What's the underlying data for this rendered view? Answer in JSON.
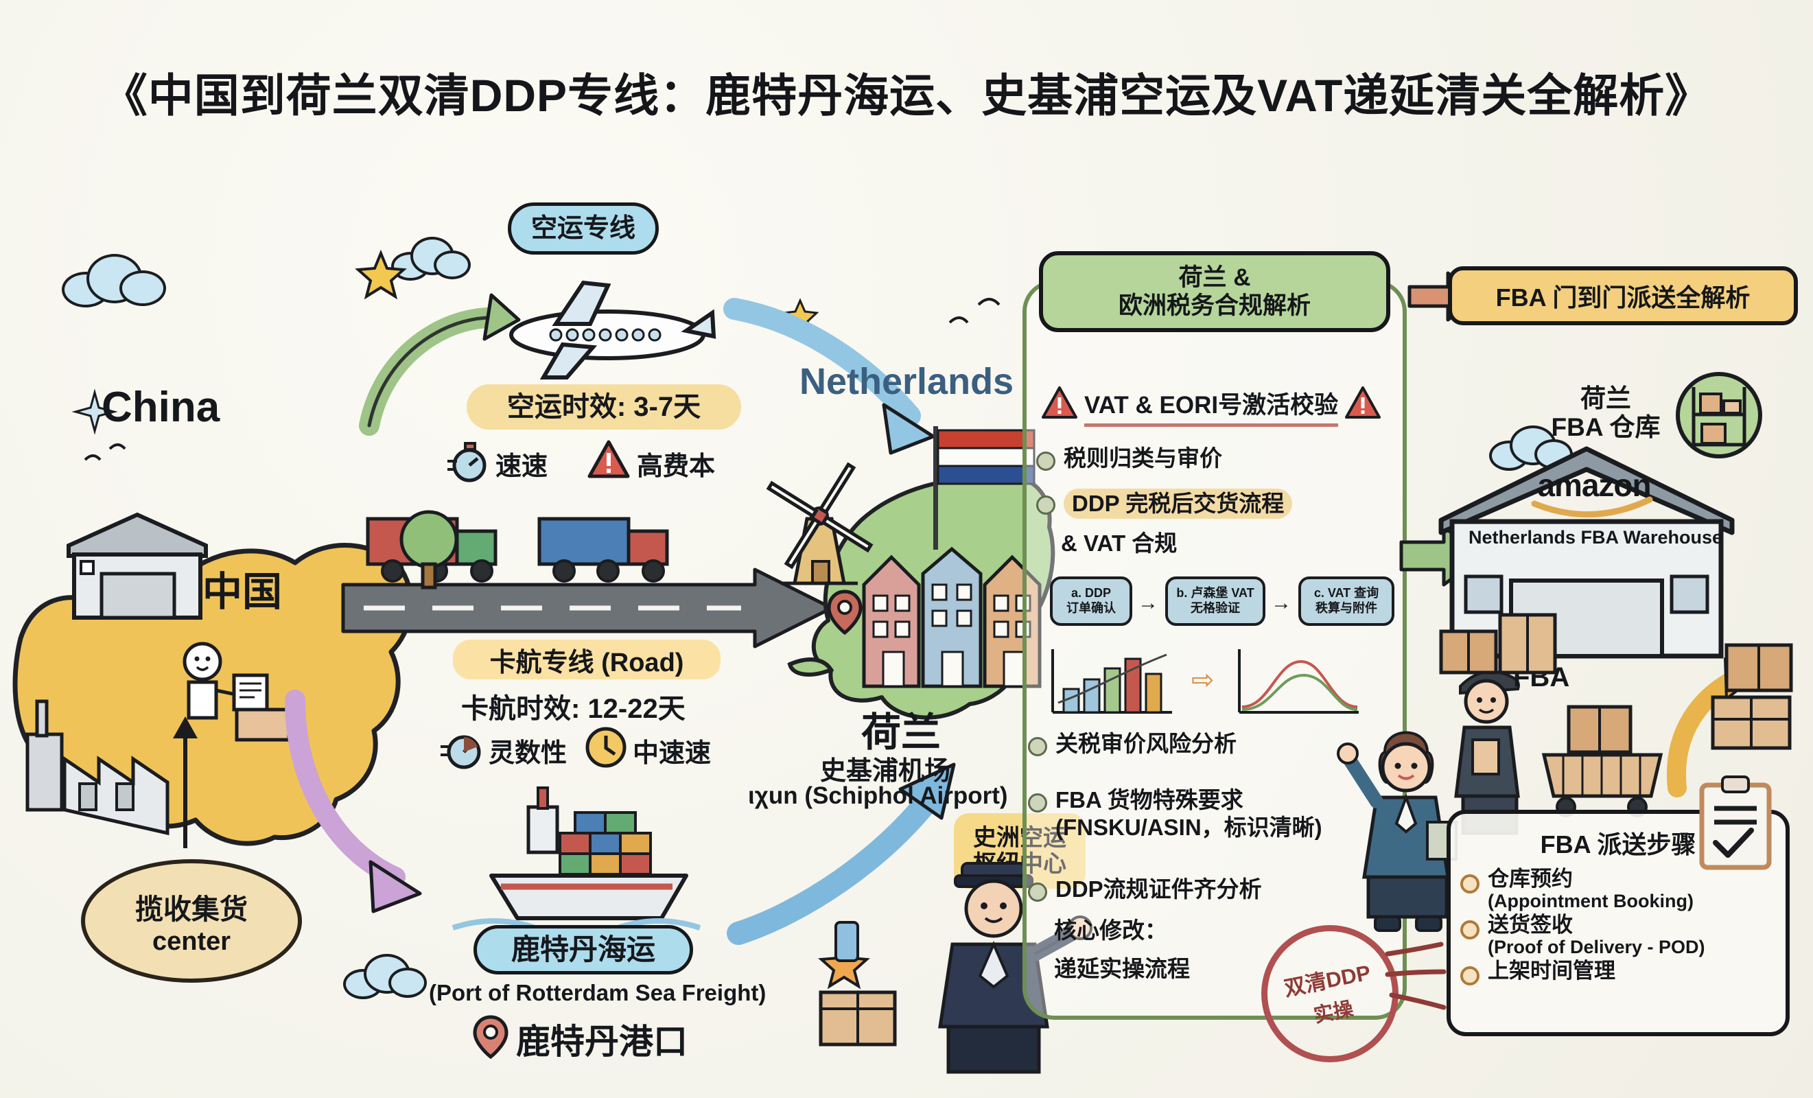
{
  "title": "《中国到荷兰双清DDP专线：鹿特丹海运、史基浦空运及VAT递延清关全解析》",
  "left": {
    "air_badge": "空运专线",
    "china_en": "China",
    "china_cn": "中国",
    "air_time": "空运时效: 3-7天",
    "air_tag_fast": "速速",
    "air_tag_cost": "高费本",
    "road_badge": "卡航专线 (Road)",
    "road_time": "卡航时效: 12-22天",
    "road_tag_flex": "灵数性",
    "road_tag_speed": "中速速",
    "sea_badge": "鹿特丹海运",
    "sea_en": "(Port of Rotterdam Sea Freight)",
    "sea_port": "鹿特丹港口",
    "pickup_cn": "揽收集货",
    "pickup_en": "center"
  },
  "netherlands": {
    "label_en": "Netherlands",
    "label_cn": "荷兰",
    "airport_cn": "史基浦机场",
    "airport_en": "ιχun (Schiphol Airport)",
    "hub_badge_l1": "史洲空运",
    "hub_badge_l2": "枢纽中心"
  },
  "center": {
    "head_l1": "荷兰 &",
    "head_l2": "欧洲税务合规解析",
    "alert_title": "VAT & EORI号激活校验",
    "bullets": [
      "税则归类与审价",
      "关税审价风险分析"
    ],
    "ddp_highlight": "DDP 完税后交货流程",
    "ddp_sub": "& VAT 合规",
    "steps": [
      {
        "l1": "a. DDP",
        "l2": "订单确认"
      },
      {
        "l1": "b. 卢森堡 VAT",
        "l2": "无格验证"
      },
      {
        "l1": "c. VAT 查询",
        "l2": "秩算与附件"
      }
    ],
    "fba_req_l1": "FBA 货物特殊要求",
    "fba_req_l2": "(FNSKU/ASIN，标识清晰)",
    "ddp_docs": "DDP流规证件齐分析",
    "core_label": "核心修改：",
    "core_value": "递延实操流程",
    "stamp_l1": "双清DDP",
    "stamp_l2": "实操"
  },
  "right": {
    "fba_head": "FBA 门到门派送全解析",
    "wh_label_l1": "荷兰",
    "wh_label_l2": "FBA 仓库",
    "amazon": "amazon",
    "amazon_sub": "Netherlands FBA Warehouse",
    "fba_worker_label": "FBA",
    "steps_title": "FBA 派送步骤",
    "steps": [
      {
        "cn": "仓库预约",
        "en": "(Appointment Booking)"
      },
      {
        "cn": "送货签收",
        "en": "(Proof of Delivery - POD)"
      },
      {
        "cn": "上架时间管理",
        "en": ""
      }
    ]
  },
  "colors": {
    "bg": "#f5f4ec",
    "china_yellow": "#f0c359",
    "nl_green": "#a8cf8b",
    "blue_pill": "#addced",
    "yellow_pill": "#f6dea0",
    "green_head": "#b5d59a",
    "orange_head": "#f3cf7e",
    "stamp_red": "#b05050",
    "ink": "#15171a"
  }
}
